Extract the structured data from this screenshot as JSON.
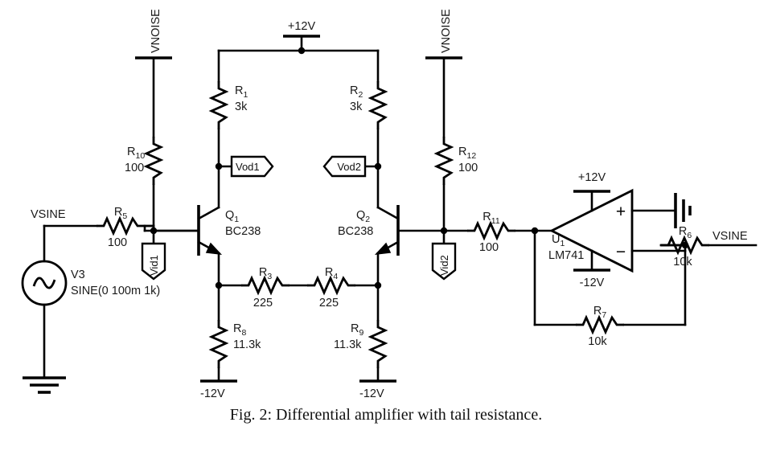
{
  "figure": {
    "caption": "Fig. 2: Differential amplifier with tail resistance."
  },
  "nets": {
    "vsine_in": "VSINE",
    "vsine_out": "VSINE",
    "vnoise_left": "VNOISE",
    "vnoise_right": "VNOISE",
    "rail_pos": "+12V",
    "rail_neg_q1": "-12V",
    "rail_neg_q2": "-12V",
    "opamp_vpos": "+12V",
    "opamp_vneg": "-12V"
  },
  "test_points": {
    "vid1": "Vid1",
    "vid2": "Vid2",
    "vod1": "Vod1",
    "vod2": "Vod2"
  },
  "source": {
    "ref": "V3",
    "spec": "SINE(0 100m 1k)"
  },
  "transistors": [
    {
      "ref": "Q",
      "index": "1",
      "part": "BC238"
    },
    {
      "ref": "Q",
      "index": "2",
      "part": "BC238"
    }
  ],
  "opamp": {
    "ref": "U",
    "index": "1",
    "part": "LM741",
    "plus": "+",
    "minus": "−"
  },
  "resistors": [
    {
      "id": "r1",
      "ref": "R",
      "index": "1",
      "value": "3k"
    },
    {
      "id": "r2",
      "ref": "R",
      "index": "2",
      "value": "3k"
    },
    {
      "id": "r3",
      "ref": "R",
      "index": "3",
      "value": "225"
    },
    {
      "id": "r4",
      "ref": "R",
      "index": "4",
      "value": "225"
    },
    {
      "id": "r5",
      "ref": "R",
      "index": "5",
      "value": "100"
    },
    {
      "id": "r6",
      "ref": "R",
      "index": "6",
      "value": "10k"
    },
    {
      "id": "r7",
      "ref": "R",
      "index": "7",
      "value": "10k"
    },
    {
      "id": "r8",
      "ref": "R",
      "index": "8",
      "value": "11.3k"
    },
    {
      "id": "r9",
      "ref": "R",
      "index": "9",
      "value": "11.3k"
    },
    {
      "id": "r10",
      "ref": "R",
      "index": "10",
      "value": "100"
    },
    {
      "id": "r11",
      "ref": "R",
      "index": "11",
      "value": "100"
    },
    {
      "id": "r12",
      "ref": "R",
      "index": "12",
      "value": "100"
    }
  ],
  "colors": {
    "ink": "#000000",
    "text": "#1a1a1a",
    "background": "#ffffff"
  }
}
